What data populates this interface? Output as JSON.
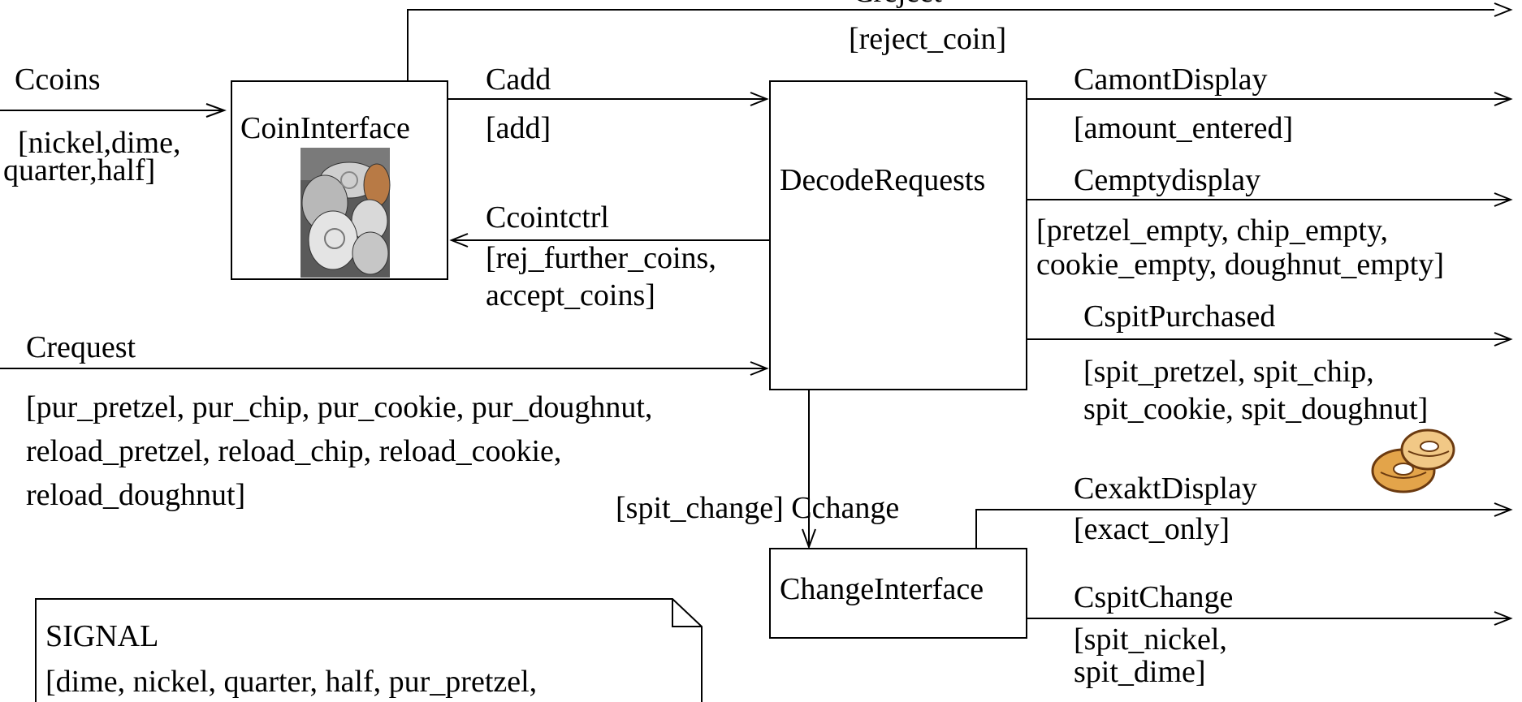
{
  "blocks": {
    "coin_interface": "CoinInterface",
    "decode_requests": "DecodeRequests",
    "change_interface": "ChangeInterface"
  },
  "channels": {
    "crej_name": "Crejeet",
    "crej_signals": "[reject_coin]",
    "ccoins_name": "Ccoins",
    "ccoins_signals": [
      "[nickel,dime,",
      "quarter,half]"
    ],
    "cadd_name": "Cadd",
    "cadd_signals": "[add]",
    "ccointctrl_name": "Ccointctrl",
    "ccointctrl_signals": [
      "[rej_further_coins,",
      "accept_coins]"
    ],
    "crequest_name": "Crequest",
    "crequest_signals": [
      "[pur_pretzel, pur_chip, pur_cookie, pur_doughnut,",
      "reload_pretzel, reload_chip, reload_cookie,",
      "reload_doughnut]"
    ],
    "camont_name": "CamontDisplay",
    "camont_signals": "[amount_entered]",
    "cempty_name": "Cemptydisplay",
    "cempty_signals": [
      "[pretzel_empty, chip_empty,",
      "cookie_empty, doughnut_empty]"
    ],
    "cspitpur_name": "CspitPurchased",
    "cspitpur_signals": [
      "[spit_pretzel, spit_chip,",
      "spit_cookie, spit_doughnut]"
    ],
    "cchange_label": "[spit_change] Cchange",
    "cexakt_name": "CexaktDisplay",
    "cexakt_signals": "[exact_only]",
    "cspitchange_name": "CspitChange",
    "cspitchange_signals": [
      "[spit_nickel,",
      "spit_dime]"
    ]
  },
  "signal_note": {
    "title": "SIGNAL",
    "line1": "[dime, nickel, quarter, half, pur_pretzel,"
  },
  "icons": {
    "coins_image": "coins-photo-icon",
    "doughnuts_image": "doughnuts-clipart-icon"
  },
  "colors": {
    "line": "#000000",
    "background": "#ffffff",
    "doughnut": "#e3a44a"
  }
}
